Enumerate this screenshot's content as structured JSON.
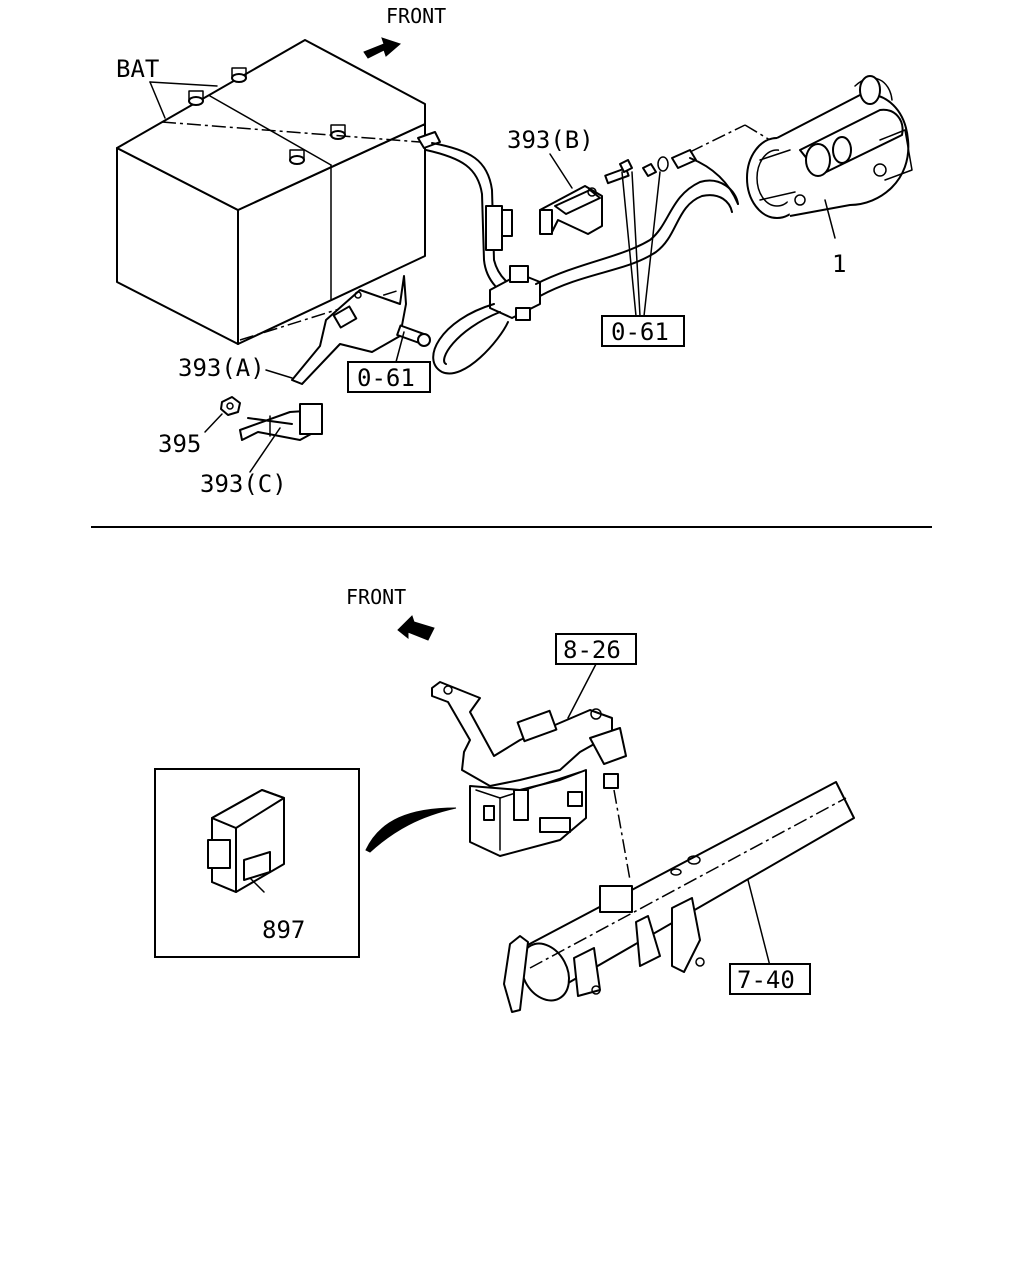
{
  "top_view": {
    "direction_label": "FRONT",
    "battery_label": "BAT",
    "callouts": {
      "bracket_b": "393(B)",
      "bracket_a": "393(A)",
      "nut": "395",
      "bracket_c": "393(C)",
      "starter": "1"
    },
    "refs": {
      "ref_right": "0-61",
      "ref_left": "0-61"
    }
  },
  "bottom_view": {
    "direction_label": "FRONT",
    "callouts": {
      "control_unit": "897"
    },
    "refs": {
      "ref_bracket": "8-26",
      "ref_crossmember": "7-40"
    }
  }
}
